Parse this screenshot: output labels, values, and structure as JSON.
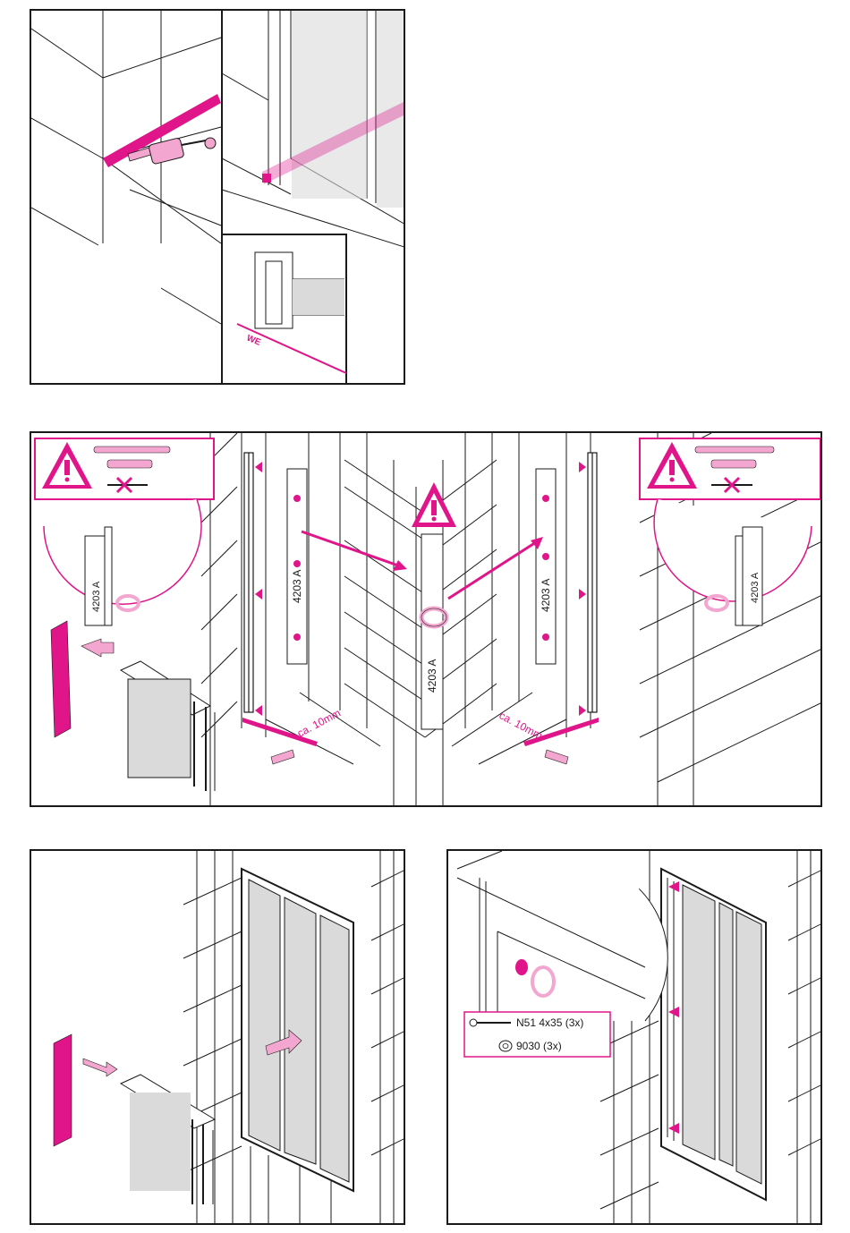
{
  "panel_top": {
    "we_label": "WE"
  },
  "panel_middle": {
    "profile_code": "4203 A",
    "gap_left": "ca. 10mm",
    "gap_right": "ca. 10mm"
  },
  "panel_bottom_right": {
    "screw_label": "N51 4x35 (3x)",
    "cap_label": "9030 (3x)"
  },
  "colors": {
    "accent": "#e0158a",
    "accent_light": "#f3a7d0",
    "line": "#1a1a1a",
    "glass": "#dadada"
  },
  "icons": [
    "warning-icon",
    "drill-bit-icon",
    "wall-plug-icon",
    "no-screw-icon",
    "rotate-arrow-icon",
    "push-arrow-icon",
    "screw-icon",
    "cap-icon"
  ]
}
